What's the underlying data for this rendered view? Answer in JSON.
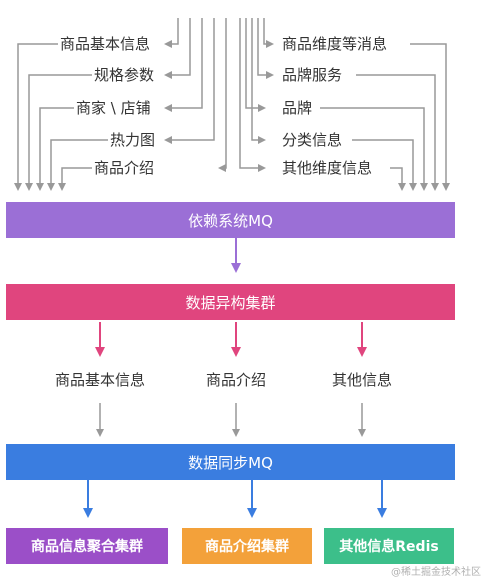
{
  "left_sources": [
    "商品基本信息",
    "规格参数",
    "商家 \\ 店铺",
    "热力图",
    "商品介绍"
  ],
  "right_sources": [
    "商品维度等消息",
    "品牌服务",
    "品牌",
    "分类信息",
    "其他维度信息"
  ],
  "bars": {
    "mq": "依赖系统MQ",
    "cluster": "数据异构集群",
    "sync": "数据同步MQ"
  },
  "middle_outputs": [
    "商品基本信息",
    "商品介绍",
    "其他信息"
  ],
  "destinations": [
    "商品信息聚合集群",
    "商品介绍集群",
    "其他信息Redis"
  ],
  "watermark": "@稀土掘金技术社区",
  "colors": {
    "mq": "#9b6fd6",
    "cluster": "#e0457e",
    "sync": "#3a7de0",
    "dest_purple": "#9b4fc8",
    "dest_orange": "#f3a13a",
    "dest_green": "#3cbf8a",
    "line": "#999999"
  }
}
